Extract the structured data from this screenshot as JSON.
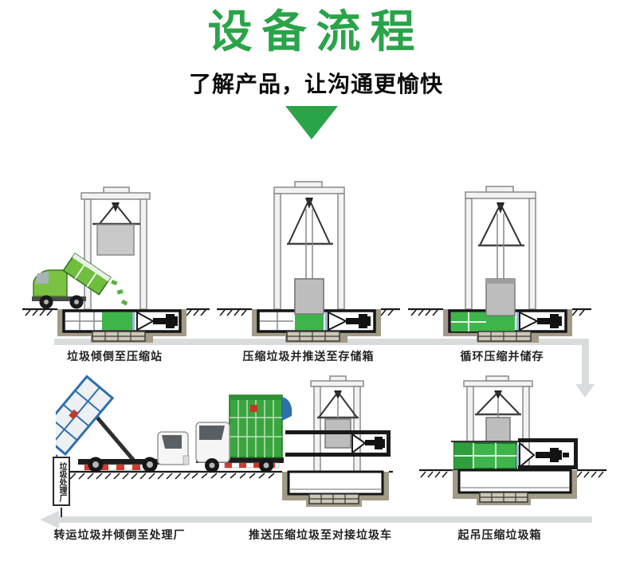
{
  "header": {
    "title": "设备流程",
    "subtitle": "了解产品，让沟通更愉快"
  },
  "steps": [
    {
      "label": "垃圾倾倒至压缩站"
    },
    {
      "label": "压缩垃圾并推送至存储箱"
    },
    {
      "label": "循环压缩并储存"
    },
    {
      "label": "转运垃圾并倾倒至处理厂"
    },
    {
      "label": "推送压缩垃圾至对接垃圾车"
    },
    {
      "label": "起吊压缩垃圾箱"
    }
  ],
  "sign": {
    "text": "垃圾处理厂"
  },
  "colors": {
    "brand_green": "#2aa449",
    "garbage_green": "#3db54a",
    "truck_green": "#72c044",
    "flow_gray": "#d9dcdd",
    "pit_wall": "#a29b87"
  }
}
